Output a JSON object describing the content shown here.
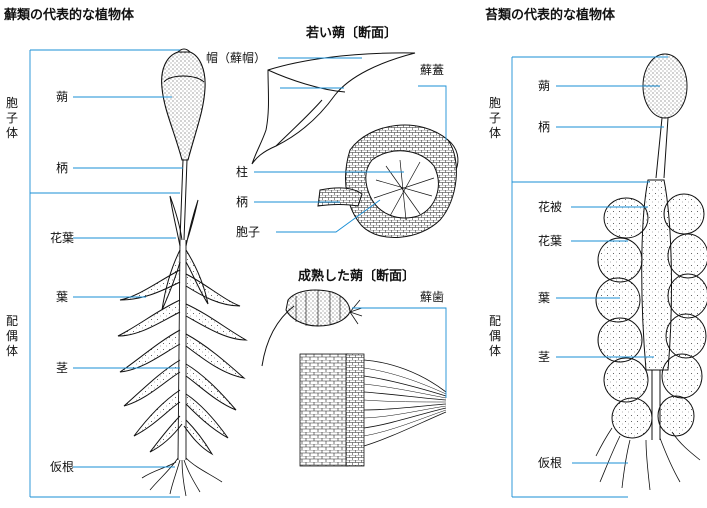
{
  "titles": {
    "moss": "蘚類の代表的な植物体",
    "liverwort": "苔類の代表的な植物体",
    "young_capsule": "若い蒴〔断面〕",
    "mature_capsule": "成熟した蒴〔断面〕"
  },
  "moss_labels": {
    "capsule": "蒴",
    "seta": "柄",
    "perichaetial_leaf": "花葉",
    "leaf": "葉",
    "stem": "茎",
    "rhizoid": "仮根"
  },
  "moss_groups": {
    "sporophyte": [
      "胞",
      "子",
      "体"
    ],
    "gametophyte": [
      "配",
      "偶",
      "体"
    ]
  },
  "young_capsule_labels": {
    "calyptra": "帽（蘚帽）",
    "operculum": "蘚蓋",
    "columella": "柱",
    "seta": "柄",
    "spores": "胞子"
  },
  "mature_capsule_labels": {
    "peristome": "蘚歯"
  },
  "liverwort_labels": {
    "capsule": "蒴",
    "seta": "柄",
    "perianth": "花被",
    "perichaetial_leaf": "花葉",
    "leaf": "葉",
    "stem": "茎",
    "rhizoid": "仮根"
  },
  "liverwort_groups": {
    "sporophyte": [
      "胞",
      "子",
      "体"
    ],
    "gametophyte": [
      "配",
      "偶",
      "体"
    ]
  },
  "colors": {
    "leader_line": "#1a8fd6",
    "bracket": "#1a8fd6",
    "ink": "#111111"
  }
}
